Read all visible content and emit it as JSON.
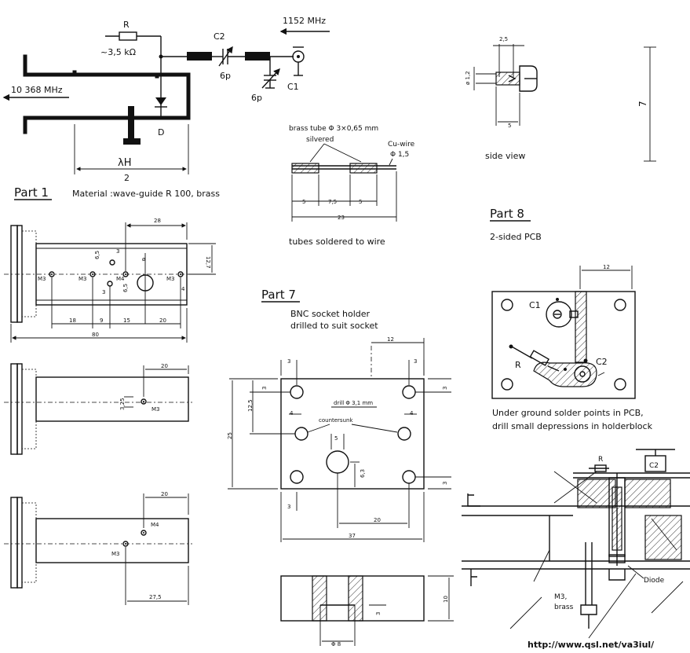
{
  "schematic": {
    "resistor": "R",
    "resistor_value": "~3,5 kΩ",
    "freq_in": "1152 MHz",
    "freq_out": "10 368 MHz",
    "c2": "C2",
    "c2_val": "6p",
    "c1": "C1",
    "c1_val": "6p",
    "diode": "D",
    "lambda_top": "λH",
    "lambda_bottom": "2"
  },
  "part1": {
    "title": "Part 1",
    "material": "Material :wave-guide  R 100, brass",
    "dims": {
      "d28": "28",
      "d12_7": "12,7",
      "d6_5a": "6,5",
      "d3a": "3",
      "dphi": "ø",
      "d3b": "3",
      "d6_5b": "6,5",
      "d4": "4",
      "d18": "18",
      "d9": "9",
      "d15": "15",
      "d20": "20",
      "d80": "80"
    },
    "holes": {
      "m3a": "M3",
      "m3b": "M3",
      "m4": "M4",
      "m3c": "M3"
    },
    "view2": {
      "d20": "20",
      "d3_25": "3,25",
      "m3": "M3"
    },
    "view3": {
      "d20": "20",
      "m4": "M4",
      "m3": "M3",
      "d27_5": "27,5"
    }
  },
  "tube": {
    "title": "brass tube Φ 3×0,65 mm",
    "subtitle": "silvered",
    "wire_label": "Cu-wire",
    "wire_dia": "Φ 1,5",
    "d5a": "5",
    "d7_5": "7,5",
    "d5b": "5",
    "d23": "23",
    "caption": "tubes soldered to wire"
  },
  "side": {
    "d2_5": "2,5",
    "d1_2": "ø 1,2",
    "d5": "5",
    "d7": "7",
    "caption": "side view"
  },
  "part8": {
    "title": "Part 8",
    "subtitle": "2-sided  PCB",
    "d12": "12",
    "c1": "C1",
    "r": "R",
    "c2": "C2",
    "note1": "Under ground solder points in PCB,",
    "note2": "drill small depressions in holderblock"
  },
  "part7": {
    "title": "Part 7",
    "sub1": "BNC socket holder",
    "sub2": "drilled to suit socket",
    "d12": "12",
    "d3a": "3",
    "d3b": "3",
    "d3c": "3",
    "d3d": "3",
    "d3e": "3",
    "d3f": "3",
    "d12_5": "12,5",
    "d25": "25",
    "d4a": "4",
    "d4b": "4",
    "drill": "drill Φ 3,1 mm",
    "countersunk": "countersunk",
    "d5": "5",
    "d6_3": "6,3",
    "d20": "20",
    "d37": "37",
    "d10": "10",
    "d3g": "3",
    "d8": "Φ 8"
  },
  "assembly": {
    "r": "R",
    "c2": "C2",
    "diode": "Diode",
    "m3": "M3,",
    "brass": "brass"
  },
  "url": "http://www.qsl.net/va3iul/"
}
